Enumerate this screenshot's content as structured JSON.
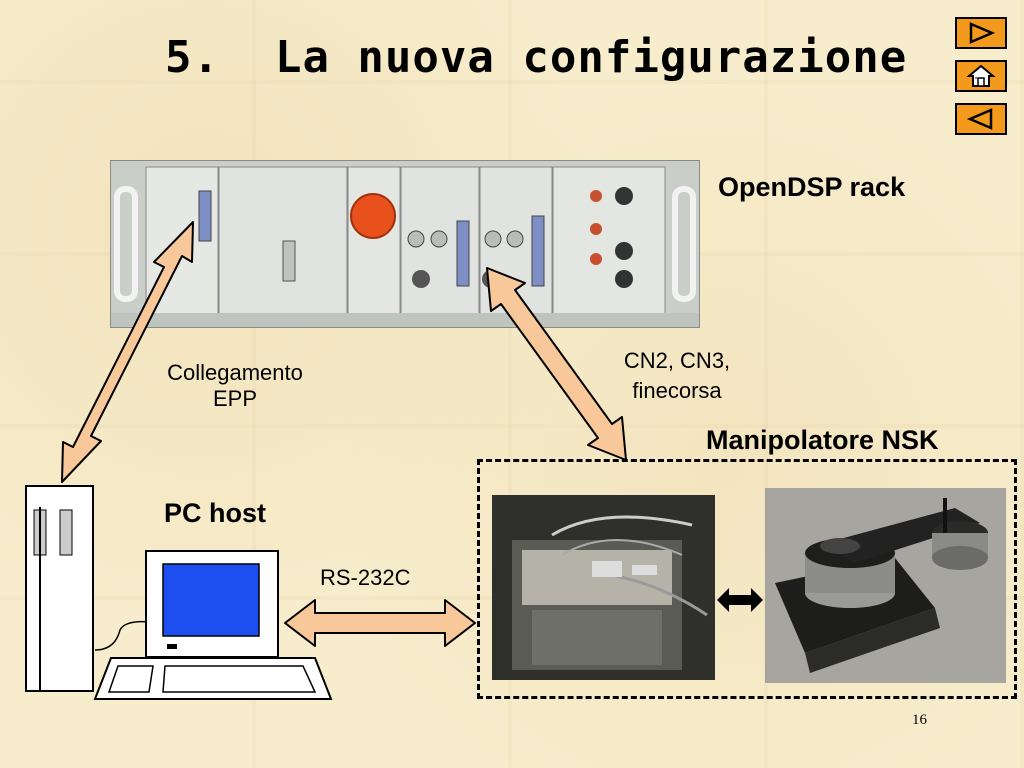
{
  "slide": {
    "title": "5.  La nuova configurazione",
    "page_number": "16"
  },
  "labels": {
    "rack": "OpenDSP rack",
    "epp_line1": "Collegamento",
    "epp_line2": "EPP",
    "cn_line1": "CN2, CN3,",
    "cn_line2": "finecorsa",
    "manipulator": "Manipolatore NSK",
    "pc": "PC host",
    "rs232": "RS-232C"
  },
  "nav": {
    "next_icon": "play-right-icon",
    "home_icon": "home-icon",
    "prev_icon": "play-left-icon"
  },
  "colors": {
    "background": "#f7eccb",
    "nav_button": "#f39a1c",
    "arrow_fill": "#f8c89a",
    "monitor_screen": "#1c4ef0"
  }
}
